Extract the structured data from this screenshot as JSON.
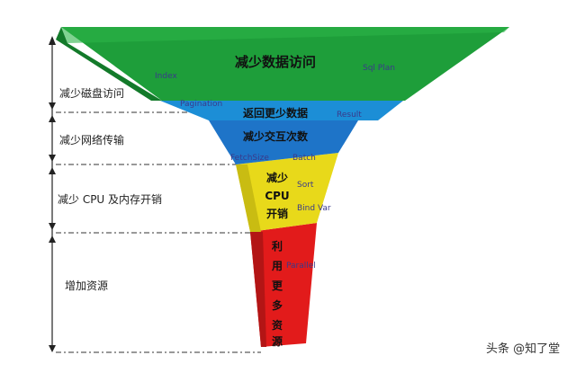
{
  "layers": [
    {
      "title": "减少数据访问",
      "tags": [
        "Index",
        "Sql Plan"
      ],
      "color": "#1e9e3a"
    },
    {
      "title": "返回更少数据",
      "tags": [
        "Pagination",
        "Result"
      ],
      "color": "#1c8ed6"
    },
    {
      "title": "减少交互次数",
      "tags": [
        "FetchSize",
        "Batch"
      ],
      "color": "#1e74c8"
    },
    {
      "title_lines": [
        "减少",
        "CPU",
        "开销"
      ],
      "tags": [
        "Sort",
        "Bind Var"
      ],
      "color": "#e8d91a"
    },
    {
      "title_lines": [
        "利",
        "用",
        "更",
        "多",
        "资",
        "源"
      ],
      "tags": [
        "Parallel"
      ],
      "color": "#e21b1b"
    }
  ],
  "side_labels": [
    "减少磁盘访问",
    "减少网络传输",
    "减少 CPU 及内存开销",
    "增加资源"
  ],
  "watermark": "头条 @知了堂",
  "colors": {
    "dark_green": "#137a2a",
    "dark_blue": "#0f5c9e",
    "dark_yellow": "#b8ab0c",
    "dark_red": "#a10f0f"
  }
}
